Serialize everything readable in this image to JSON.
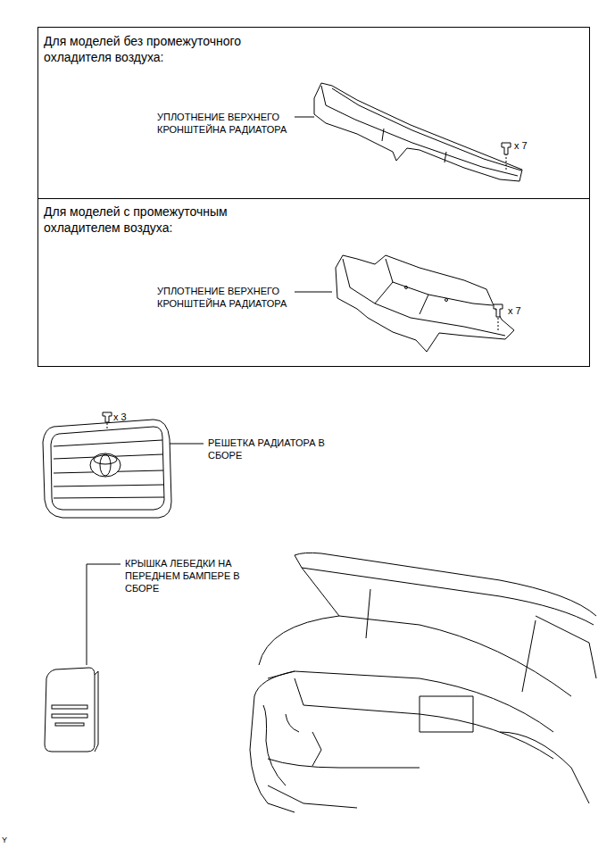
{
  "diagram": {
    "nodes": [
      {
        "text": [
          "Для моделей без промежуточного охладителя воздуха:",
          "УПЛОТНЕНИЕ ВЕРХНЕГО КРОНШТЕЙНА РАДИАТОРА",
          "x 7"
        ]
      },
      {
        "text": [
          "Для моделей с промежуточным охладителем воздуха:",
          "УПЛОТНЕНИЕ ВЕРХНЕГО КРОНШТЕЙНА РАДИАТОРА",
          "x 7"
        ]
      }
    ],
    "labels": [
      "x 3",
      "РЕШЕТКА РАДИАТОРА В СБОРЕ",
      "КРЫШКА ЛЕБЕДКИ НА ПЕРЕДНЕМ БАМПЕРЕ В СБОРЕ",
      "Y"
    ]
  }
}
